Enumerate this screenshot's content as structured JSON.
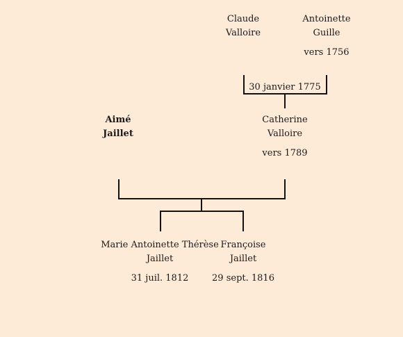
{
  "tree": {
    "grandfather": {
      "first": "Claude",
      "last": "Valloire"
    },
    "grandmother": {
      "first": "Antoinette",
      "last": "Guille",
      "date": "vers 1756"
    },
    "grandparents_marriage": "30 janvier 1775",
    "father": {
      "first": "Aimé",
      "last": "Jaillet"
    },
    "mother": {
      "first": "Catherine",
      "last": "Valloire",
      "date": "vers 1789"
    },
    "children": [
      {
        "first": "Marie Antoinette Thérèse",
        "last": "Jaillet",
        "date": "31 juil. 1812"
      },
      {
        "first": "Françoise",
        "last": "Jaillet",
        "date": "29 sept. 1816"
      }
    ]
  },
  "colors": {
    "background": "#fdebd8",
    "line": "#111111"
  }
}
